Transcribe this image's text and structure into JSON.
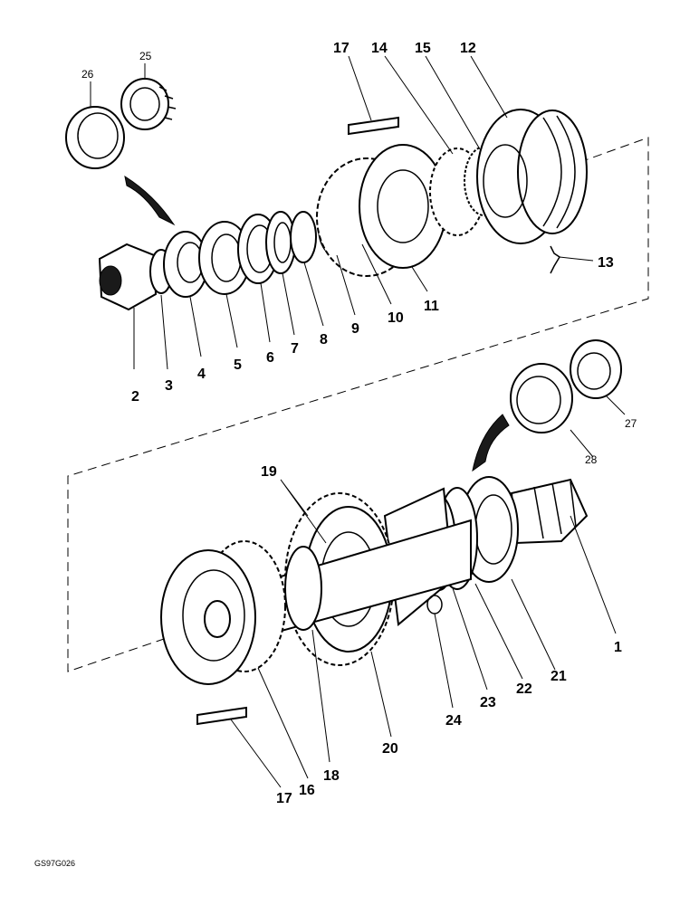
{
  "callouts": {
    "c1": "1",
    "c2": "2",
    "c3": "3",
    "c4": "4",
    "c5": "5",
    "c6": "6",
    "c7": "7",
    "c8": "8",
    "c9": "9",
    "c10": "10",
    "c11": "11",
    "c12": "12",
    "c13": "13",
    "c14": "14",
    "c15": "15",
    "c16": "16",
    "c17_top": "17",
    "c17_bottom": "17",
    "c18": "18",
    "c19": "19",
    "c20": "20",
    "c21": "21",
    "c22": "22",
    "c23": "23",
    "c24": "24",
    "c25": "25",
    "c26": "26",
    "c27": "27",
    "c28": "28"
  },
  "figure_code": "GS97G026"
}
